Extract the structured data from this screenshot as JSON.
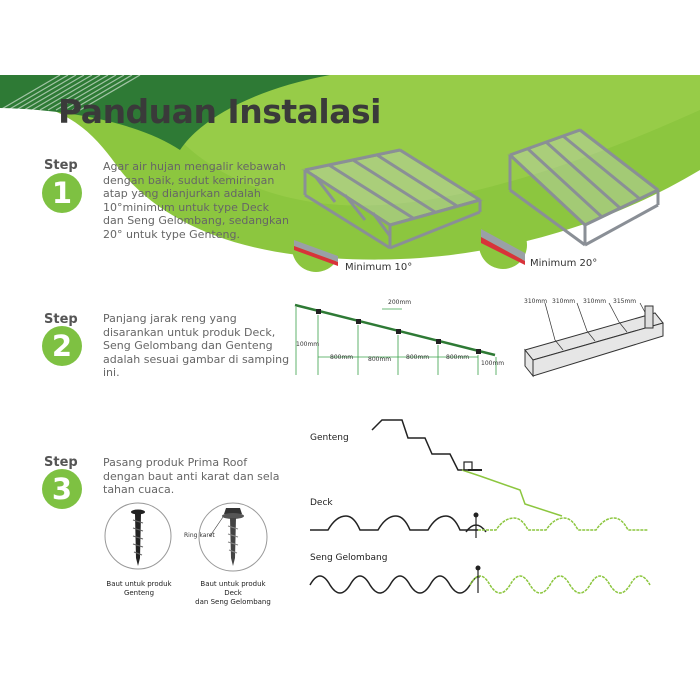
{
  "title": "Panduan Instalasi",
  "colors": {
    "green": "#7ec142",
    "dark_green": "#3b7d2b",
    "red": "#d8333a"
  },
  "steps": [
    {
      "label": "Step",
      "number": "1",
      "text_lines": [
        "Agar air hujan mengalir kebawah",
        "dengan baik, sudut kemiringan",
        "atap yang dianjurkan adalah",
        "10°minimum untuk type Deck",
        "dan Seng Gelombang, sedangkan",
        "20° untuk type Genteng."
      ]
    },
    {
      "label": "Step",
      "number": "2",
      "text_lines": [
        "Panjang jarak reng yang",
        "disarankan untuk produk Deck,",
        "Seng Gelombang dan Genteng",
        "adalah sesuai gambar di samping",
        "ini."
      ]
    },
    {
      "label": "Step",
      "number": "3",
      "text_lines": [
        "Pasang produk Prima Roof",
        "dengan baut anti karat dan sela",
        "tahan cuaca."
      ]
    }
  ],
  "step1": {
    "label_left": "Minimum 10°",
    "label_right": "Minimum 20°"
  },
  "step2": {
    "dims": [
      "200mm",
      "100mm",
      "800mm",
      "800mm",
      "800mm",
      "800mm",
      "100mm"
    ],
    "spacing_labels": [
      "310mm",
      "310mm",
      "310mm",
      "315mm"
    ]
  },
  "step3": {
    "screw_left_caption": [
      "Baut untuk produk",
      "Genteng"
    ],
    "screw_right_caption": [
      "Baut untuk produk Deck",
      "dan Seng Gelombang"
    ],
    "ring_label": "Ring karet",
    "profiles": [
      "Genteng",
      "Deck",
      "Seng Gelombang"
    ]
  }
}
